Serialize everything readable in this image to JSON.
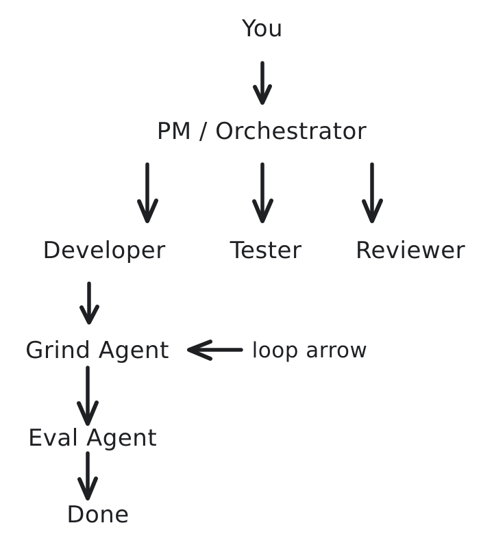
{
  "diagram": {
    "title": "Agent workflow flowchart",
    "style": "hand-drawn marker sketch",
    "ink_color": "#1f2023",
    "background_color": "#ffffff",
    "nodes": [
      {
        "id": "you",
        "label": "You"
      },
      {
        "id": "pm",
        "label": "PM / Orchestrator"
      },
      {
        "id": "developer",
        "label": "Developer"
      },
      {
        "id": "tester",
        "label": "Tester"
      },
      {
        "id": "reviewer",
        "label": "Reviewer"
      },
      {
        "id": "grind",
        "label": "Grind Agent"
      },
      {
        "id": "eval",
        "label": "Eval Agent"
      },
      {
        "id": "done",
        "label": "Done"
      }
    ],
    "annotations": [
      {
        "id": "loop",
        "label": "loop arrow"
      }
    ],
    "edges": [
      {
        "from": "you",
        "to": "pm",
        "direction": "down"
      },
      {
        "from": "pm",
        "to": "developer",
        "direction": "down"
      },
      {
        "from": "pm",
        "to": "tester",
        "direction": "down"
      },
      {
        "from": "pm",
        "to": "reviewer",
        "direction": "down"
      },
      {
        "from": "developer",
        "to": "grind",
        "direction": "down"
      },
      {
        "from": "loop",
        "to": "grind",
        "direction": "left"
      },
      {
        "from": "grind",
        "to": "eval",
        "direction": "down"
      },
      {
        "from": "eval",
        "to": "done",
        "direction": "down"
      }
    ]
  }
}
